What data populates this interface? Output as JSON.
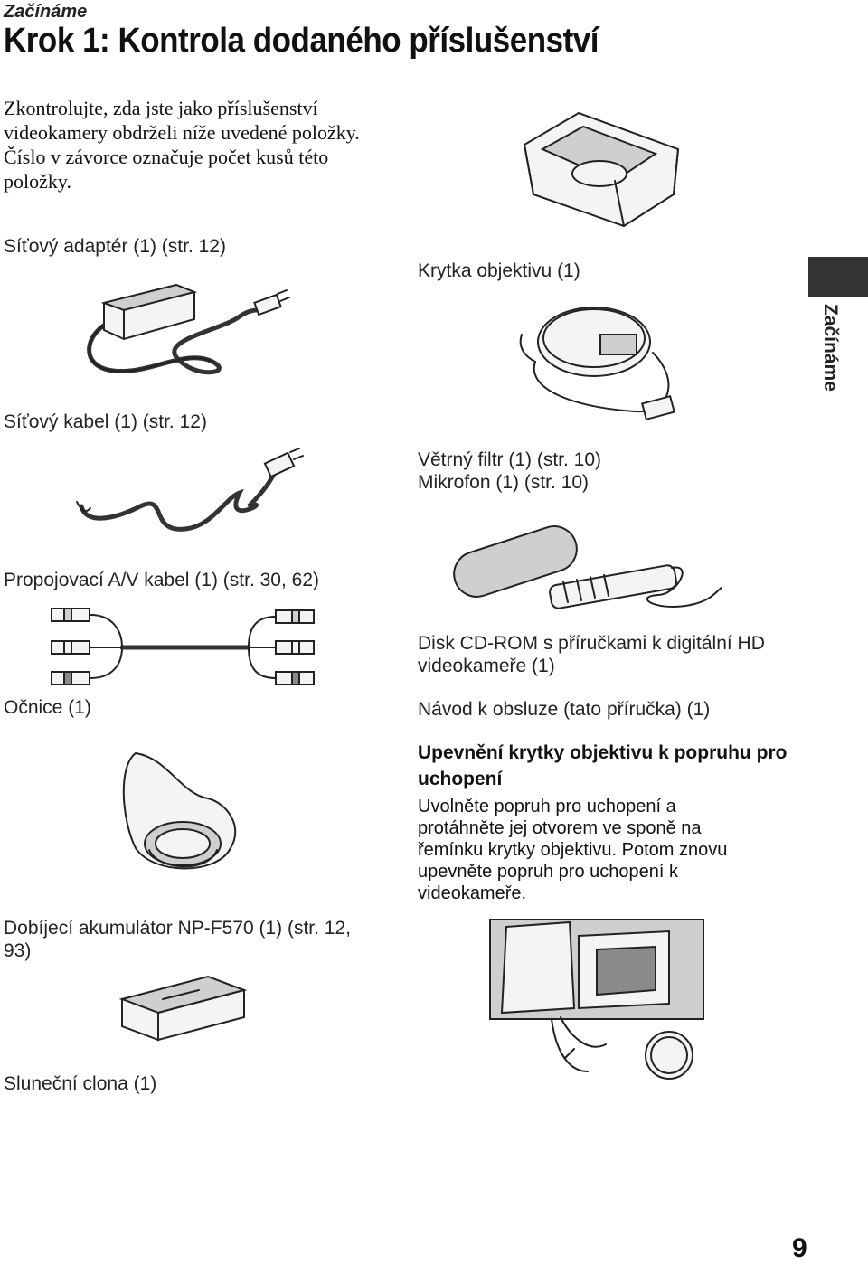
{
  "header": {
    "section": "Začínáme",
    "title": "Krok 1: Kontrola dodaného příslušenství"
  },
  "intro": {
    "para1": "Zkontrolujte, zda jste jako příslušenství videokamery obdrželi níže uvedené položky.",
    "para2": "Číslo v závorce označuje počet kusů této položky."
  },
  "items": {
    "ac_adapter": "Síťový adaptér (1) (str. 12)",
    "power_cord": "Síťový kabel (1) (str. 12)",
    "av_cable": "Propojovací A/V kabel (1) (str. 30, 62)",
    "eyecup": "Očnice (1)",
    "battery": "Dobíjecí akumulátor NP-F570 (1) (str. 12, 93)",
    "lens_hood": "Sluneční clona (1)",
    "lens_cap": "Krytka objektivu (1)",
    "wind_filter": "Větrný filtr (1) (str. 10)",
    "microphone": "Mikrofon (1) (str. 10)",
    "cd_rom": "Disk CD-ROM s příručkami k digitální HD videokameře (1)",
    "manual": "Návod k obsluze (tato příručka) (1)"
  },
  "attach": {
    "heading": "Upevnění krytky objektivu k popruhu pro uchopení",
    "text": "Uvolněte popruh pro uchopení a protáhněte jej otvorem ve sponě na řemínku krytky objektivu. Potom znovu upevněte popruh pro uchopení k videokameře."
  },
  "sidebar": {
    "tab_label": "Začínáme"
  },
  "page": {
    "number": "9"
  }
}
